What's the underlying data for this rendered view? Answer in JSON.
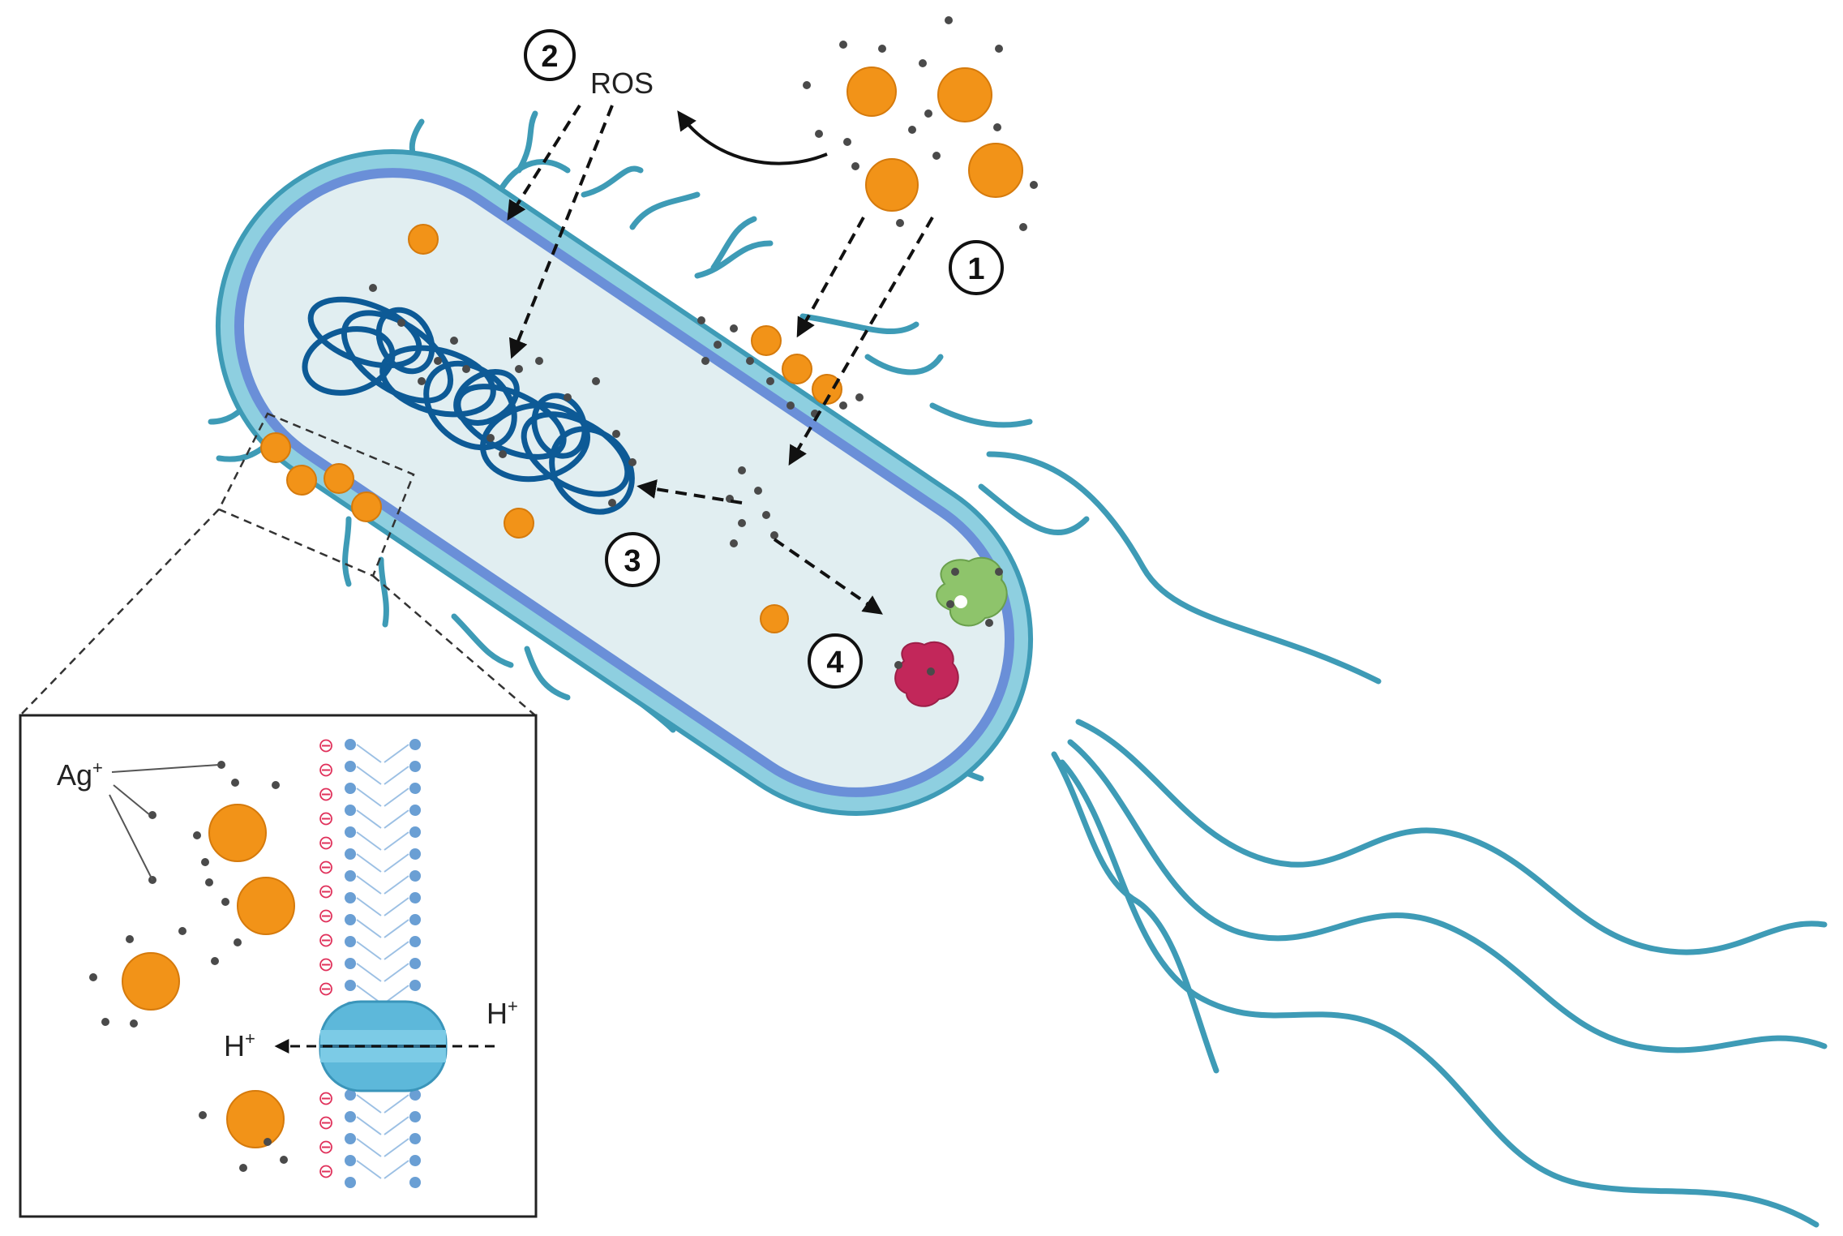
{
  "labels": {
    "step1": "1",
    "step2": "2",
    "step3": "3",
    "step4": "4",
    "ros": "ROS",
    "ag_ion_base": "Ag",
    "ag_ion_sup": "+",
    "proton_out_base": "H",
    "proton_out_sup": "+",
    "proton_in_base": "H",
    "proton_in_sup": "+",
    "membrane_charge": "⊖"
  },
  "colors": {
    "cell_wall_outer": "#8ecfe0",
    "cell_wall_dark": "#6a8fd8",
    "cytoplasm": "#e1eef1",
    "flagella": "#3e9bb6",
    "dna": "#0d5a96",
    "nanoparticle": "#f29318",
    "nanoparticle_edge": "#d57a0c",
    "silver_ion": "#4a4a4a",
    "protein_green": "#8ec46b",
    "protein_red": "#c2275a",
    "charge": "#e0305a",
    "lipid": "#6a9fd4",
    "channel": "#5db8da"
  }
}
